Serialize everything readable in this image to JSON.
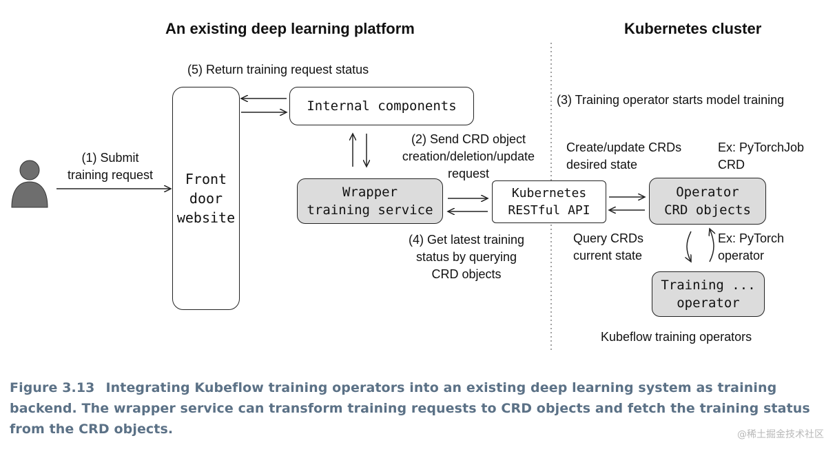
{
  "sections": {
    "left_title": "An existing deep learning platform",
    "right_title": "Kubernetes cluster"
  },
  "nodes": {
    "user": "user",
    "front_door": [
      "Front",
      "door",
      "website"
    ],
    "internal_components": "Internal components",
    "wrapper_service": [
      "Wrapper",
      "training service"
    ],
    "k8s_api": [
      "Kubernetes",
      "RESTful API"
    ],
    "crd_objects": [
      "Operator",
      "CRD objects"
    ],
    "training_operator": [
      "Training ...",
      "operator"
    ]
  },
  "labels": {
    "step1": [
      "(1) Submit",
      "training request"
    ],
    "step5": "(5) Return training request status",
    "step2": [
      "(2) Send CRD object",
      "creation/deletion/update",
      "request"
    ],
    "step3": "(3) Training operator starts model training",
    "create_update": [
      "Create/update CRDs",
      "desired state"
    ],
    "ex_pytorchjob": [
      "Ex: PyTorchJob",
      "CRD"
    ],
    "step4": [
      "(4) Get latest training",
      "status by querying",
      "CRD objects"
    ],
    "query_crds": [
      "Query CRDs",
      "current state"
    ],
    "ex_pytorch_operator": [
      "Ex: PyTorch",
      "operator"
    ],
    "kubeflow": "Kubeflow training operators"
  },
  "caption": {
    "figure": "Figure 3.13",
    "text": "Integrating Kubeflow training operators into an existing deep learning system as training backend. The wrapper service can transform training requests to CRD objects and fetch the training status from the CRD objects."
  },
  "watermark": "@稀土掘金技术社区",
  "colors": {
    "caption": "#5b7186",
    "grey_box": "#dcdcdc",
    "user_icon": "#6e6e6e"
  }
}
